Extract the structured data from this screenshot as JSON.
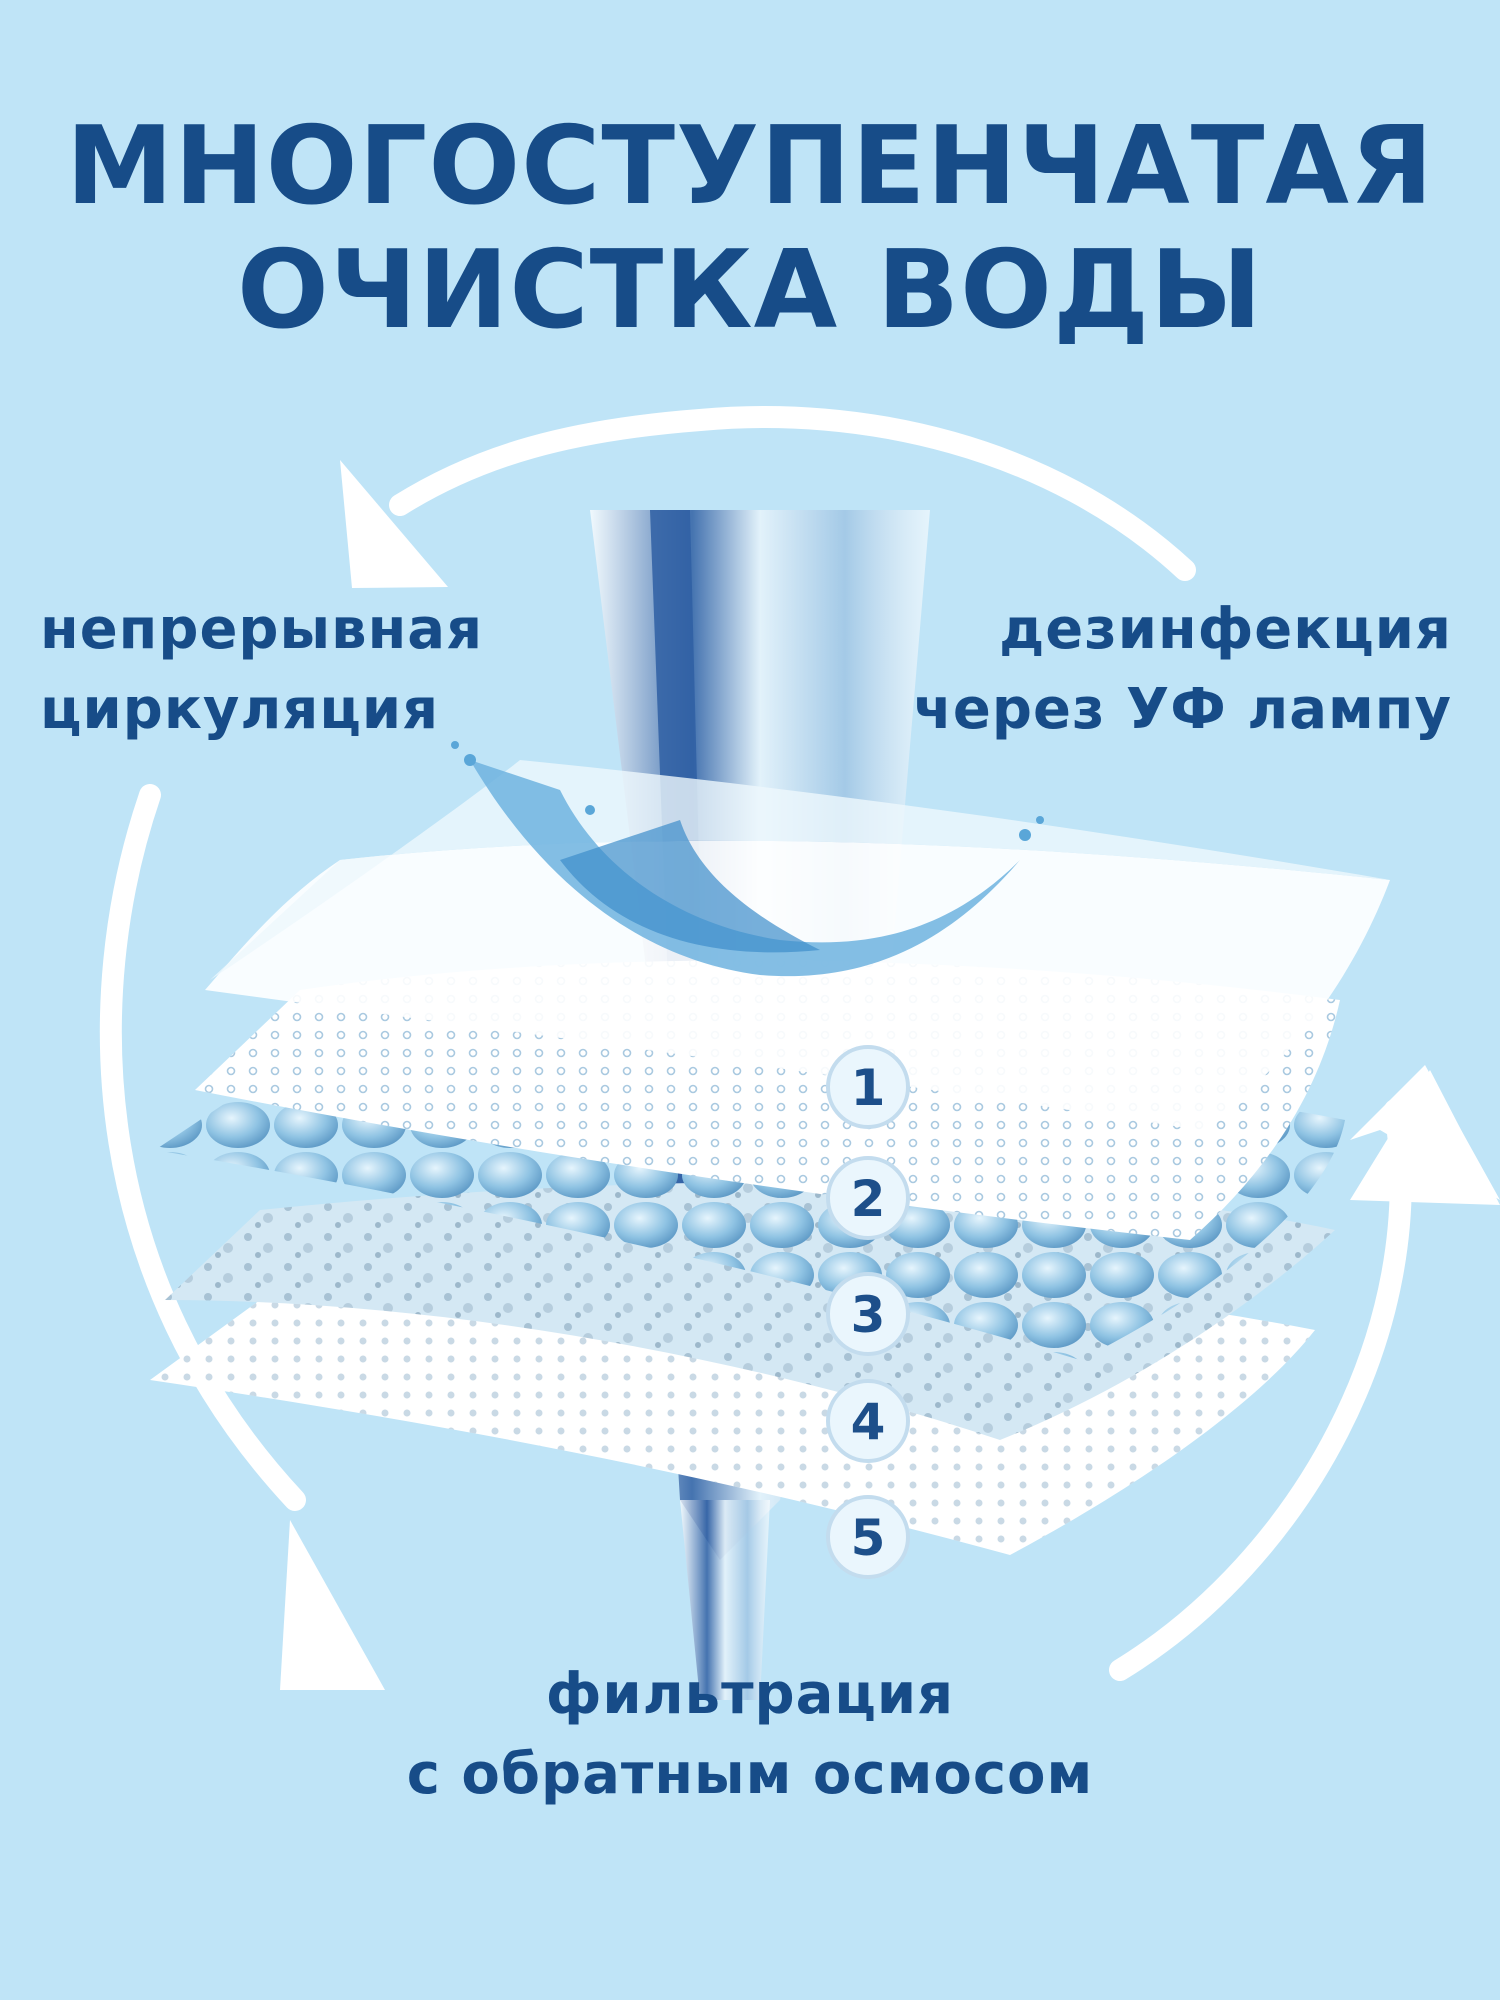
{
  "title": {
    "line1": "МНОГОСТУПЕНЧАТАЯ",
    "line2": "ОЧИСТКА ВОДЫ"
  },
  "labels": {
    "circulation": {
      "line1": "непрерывная",
      "line2": "циркуляция"
    },
    "uv": {
      "line1": "дезинфекция",
      "line2": "через УФ лампу"
    },
    "filtration": {
      "line1": "фильтрация",
      "line2": "с обратным осмосом"
    }
  },
  "layers": [
    "1",
    "2",
    "3",
    "4",
    "5"
  ],
  "colors": {
    "background": "#bfe4f7",
    "text": "#174c88",
    "arrow": "#ffffff",
    "water": "#2f5fa3"
  },
  "icons": [
    "cycle-arrow-icon",
    "water-splash-icon"
  ]
}
